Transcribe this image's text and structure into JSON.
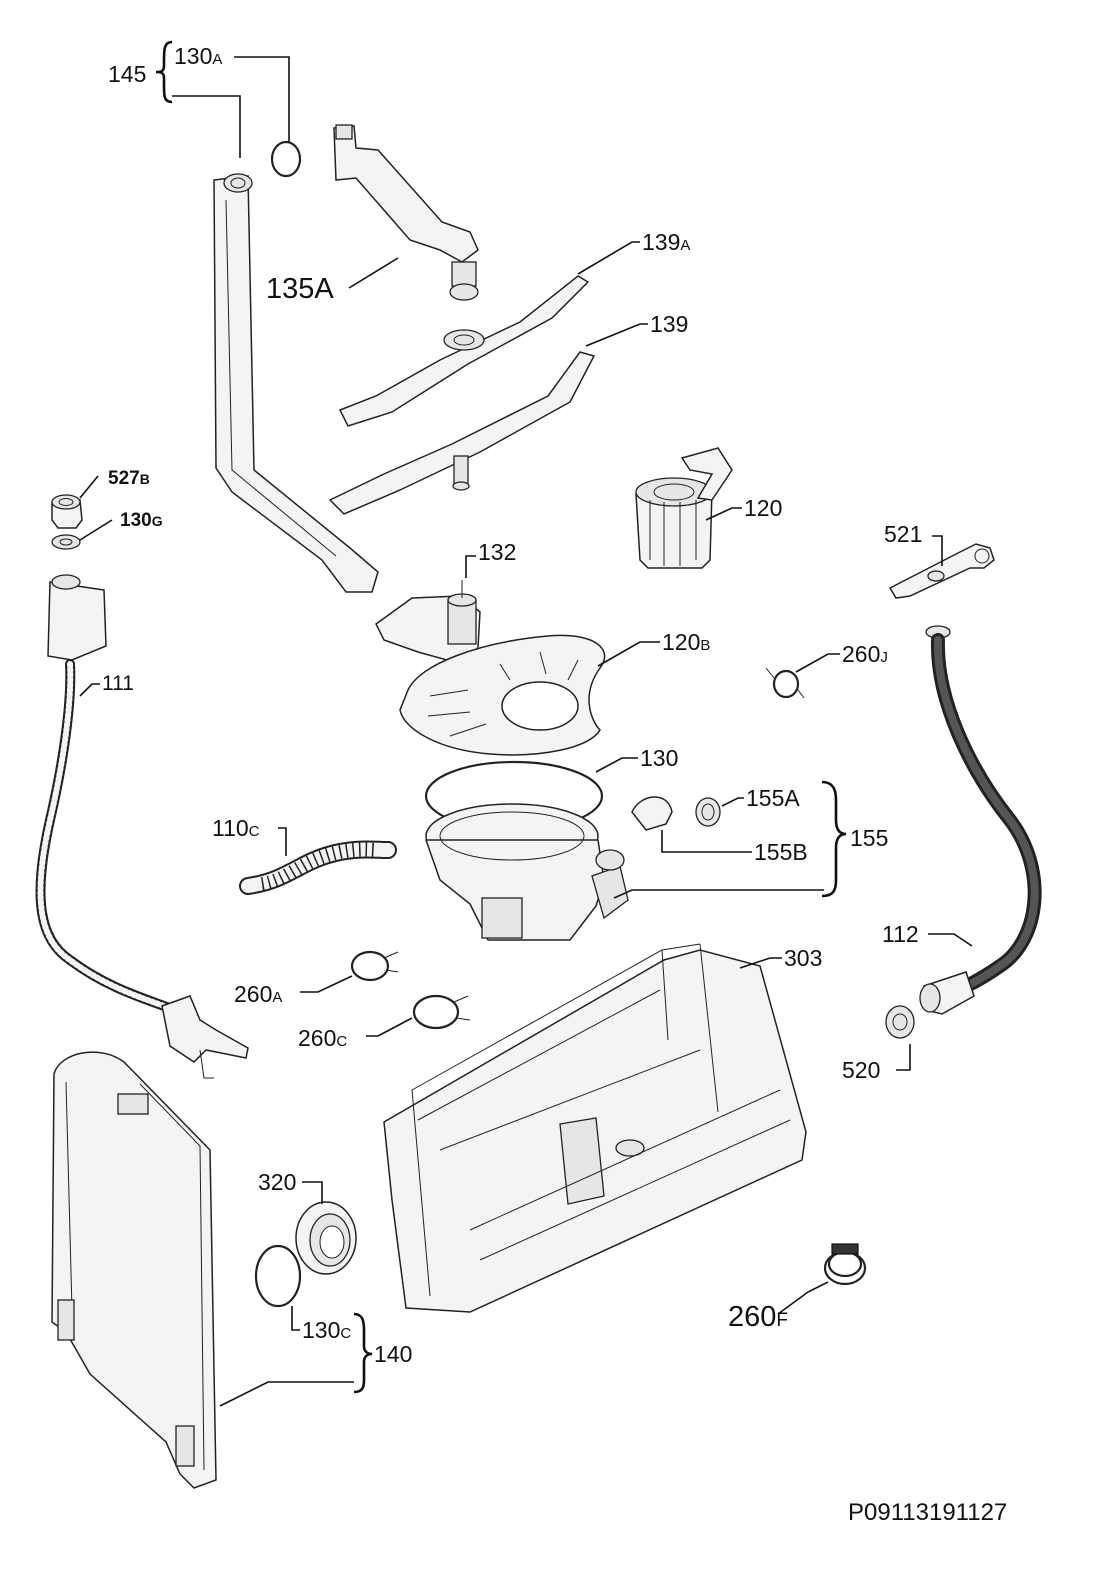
{
  "reference_code": "P09113191127",
  "labels": {
    "l145": "145",
    "l130A": {
      "num": "130",
      "suffix": "A"
    },
    "l135A": "135A",
    "l139A": {
      "num": "139",
      "suffix": "A"
    },
    "l139": "139",
    "l527B": {
      "num": "527",
      "suffix": "B"
    },
    "l130G": {
      "num": "130",
      "suffix": "G"
    },
    "l120": "120",
    "l132": "132",
    "l521": "521",
    "l120B": {
      "num": "120",
      "suffix": "B"
    },
    "l111": "111",
    "l260J": {
      "num": "260",
      "suffix": "J"
    },
    "l130": "130",
    "l155A": "155A",
    "l110C": {
      "num": "110",
      "suffix": "C"
    },
    "l155": "155",
    "l155B": "155B",
    "l112": "112",
    "l303": "303",
    "l260A": {
      "num": "260",
      "suffix": "A"
    },
    "l260C": {
      "num": "260",
      "suffix": "C"
    },
    "l520": "520",
    "l320": "320",
    "l260F": {
      "num": "260",
      "suffix": "F"
    },
    "l130C": {
      "num": "130",
      "suffix": "C"
    },
    "l140": "140"
  }
}
